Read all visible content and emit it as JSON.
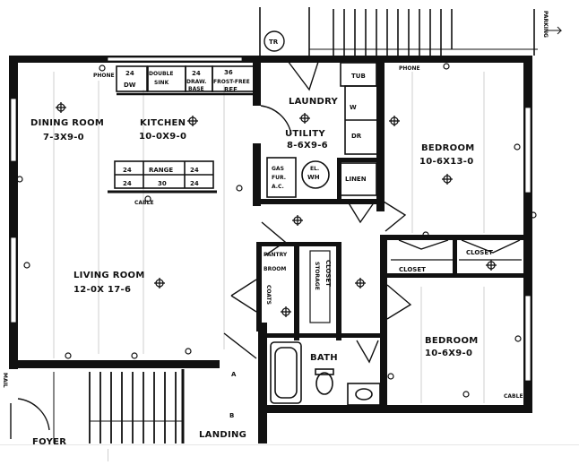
{
  "plan": {
    "rooms": {
      "dining": {
        "name": "DINING ROOM",
        "size": "7-3X9-0"
      },
      "kitchen": {
        "name": "KITCHEN",
        "size": "10-0X9-0"
      },
      "living": {
        "name": "LIVING ROOM",
        "size": "12-0X 17-6"
      },
      "laundry": {
        "name": "LAUNDRY"
      },
      "utility": {
        "name": "UTILITY",
        "size": "8-6X9-6"
      },
      "bedroom1": {
        "name": "BEDROOM",
        "size": "10-6X13-0"
      },
      "bedroom2": {
        "name": "BEDROOM",
        "size": "10-6X9-0"
      },
      "bath": {
        "name": "BATH"
      },
      "landing": {
        "name": "LANDING"
      },
      "foyer": {
        "name": "FOYER"
      }
    },
    "fixtures": {
      "dw": "DW",
      "dw_size": "24",
      "sink_line1": "DOUBLE",
      "sink_line2": "SINK",
      "drawbase_size": "24",
      "drawbase_line1": "DRAW.",
      "drawbase_line2": "BASE",
      "ref_size": "36",
      "ref_line1": "FROST-FREE",
      "ref_line2": "REF",
      "range_left_top": "24",
      "range": "RANGE",
      "range_right_top": "24",
      "range_left_bottom": "24",
      "range_size": "30",
      "range_right_bottom": "24",
      "tub": "TUB",
      "washer": "W",
      "dryer": "DR",
      "gas_line1": "GAS",
      "gas_line2": "FUR.",
      "gas_line3": "A.C.",
      "wh_top": "EL.",
      "wh": "WH",
      "linen": "LINEN",
      "pantry": "PANTRY",
      "broom": "BROOM",
      "coats": "COATS",
      "storage": "STORAGE",
      "closet": "CLOSET",
      "closet_a": "CLOSET",
      "closet_b": "CLOSET",
      "tr": "TR"
    },
    "labels": {
      "phone_kitchen": "PHONE",
      "phone_bedroom": "PHONE",
      "cable_kitchen": "CABLE",
      "cable_bedroom": "CABLE",
      "parking": "PARKING",
      "mail": "MAIL",
      "marker_a": "A",
      "marker_b": "B"
    },
    "colors": {
      "ink": "#111111",
      "paper": "#ffffff"
    }
  }
}
